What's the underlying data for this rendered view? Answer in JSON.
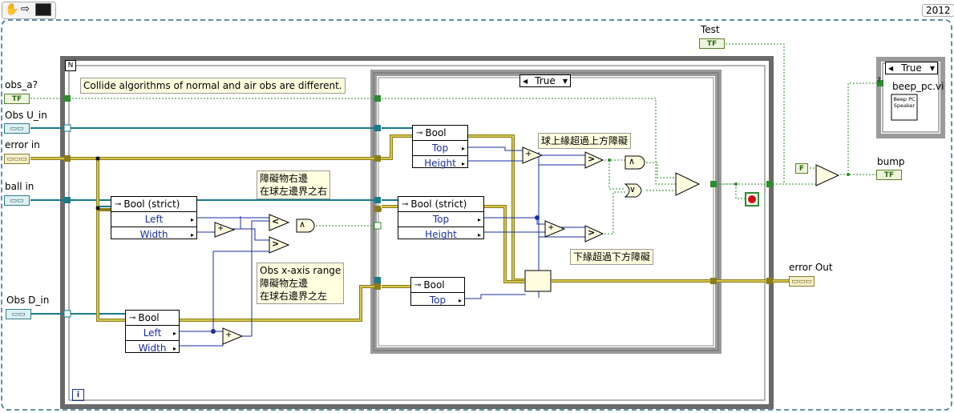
{
  "toolbar": {
    "icons": [
      "hand-icon",
      "arrow-icon",
      "highlight-icon"
    ],
    "version": "2012"
  },
  "inputs": {
    "obs_a": "obs_a?",
    "obs_u": "Obs U_in",
    "error_in": "error in",
    "ball_in": "ball in",
    "obs_d": "Obs D_in",
    "test": "Test"
  },
  "outputs": {
    "error_out": "error Out",
    "bump": "bump"
  },
  "terminal_text": {
    "bool": "TF",
    "num": "▭▭",
    "error": "▭▭▭"
  },
  "case_outer": {
    "selector": "N"
  },
  "case_inner": {
    "selector": "True"
  },
  "case_beep": {
    "selector": "True",
    "label": "beep_pc.vi",
    "icon_text": "Beep PC Speaker",
    "question": "?"
  },
  "comments": {
    "top": "Collide algorithms of normal and air obs are different.",
    "right_edge_line1": "障礙物右邊",
    "right_edge_line2": "在球左邊界之右",
    "xaxis_line1": "Obs x-axis range",
    "xaxis_line2": "障礙物左邊",
    "xaxis_line3": "在球右邊界之左",
    "top_over": "球上緣超過上方障礙",
    "bottom_over": "下緣超過下方障礙"
  },
  "unbundle": {
    "bool_strict": "Bool (strict)",
    "bool": "Bool",
    "left": "Left",
    "width": "Width",
    "top": "Top",
    "height": "Height"
  },
  "constants": {
    "false": "F"
  },
  "info_icon": "i",
  "colors": {
    "bool_wire": "#2e8b2e",
    "num_wire": "#1a7a8a",
    "cluster_wire": "#8b7d1a",
    "int_wire": "#1a2fa0",
    "frame": "#6a6a6a",
    "stop": "#d01010"
  }
}
